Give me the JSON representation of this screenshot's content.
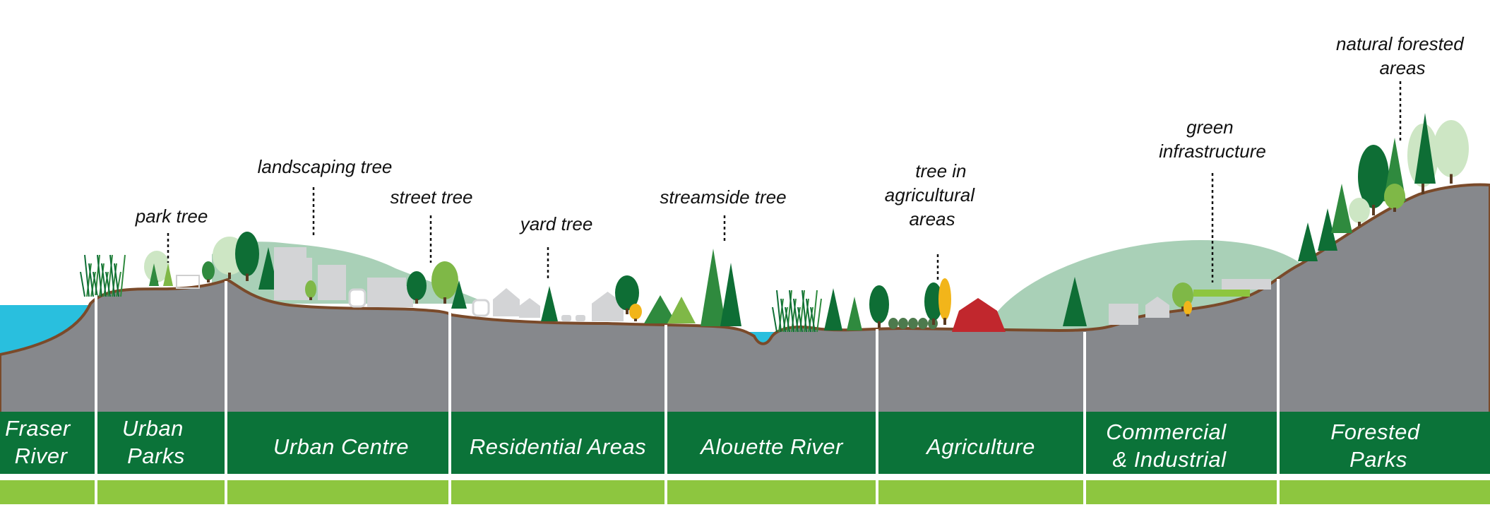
{
  "callouts": {
    "park_tree": "park tree",
    "landscaping_tree": "landscaping tree",
    "street_tree": "street tree",
    "yard_tree": "yard tree",
    "streamside_tree": "streamside tree",
    "agri_line1": "tree in",
    "agri_line2": "agricultural",
    "agri_line3": "areas",
    "green_line1": "green",
    "green_line2": "infrastructure",
    "natural_line1": "natural forested",
    "natural_line2": "areas"
  },
  "zones": {
    "fraser_line1": "Fraser",
    "fraser_line2": "River",
    "urban_parks_line1": "Urban",
    "urban_parks_line2": "Parks",
    "urban_centre": "Urban Centre",
    "residential": "Residential Areas",
    "alouette": "Alouette River",
    "agriculture": "Agriculture",
    "commercial_line1": "Commercial",
    "commercial_line2": "& Industrial",
    "forested_line1": "Forested",
    "forested_line2": "Parks"
  },
  "colors": {
    "water": "#29bfde",
    "ground": "#86888c",
    "ground_outline": "#7a4a2a",
    "zone_band": "#0b7339",
    "base_band": "#8dc63f",
    "hill": "#a9d0b7",
    "tree_dark": "#0e6e35",
    "tree_mid": "#2f8a3e",
    "tree_light": "#7fb847",
    "tree_pale": "#cde6c4",
    "building": "#d3d4d6",
    "barn": "#c1272d",
    "accent_yellow": "#f2b51a"
  }
}
